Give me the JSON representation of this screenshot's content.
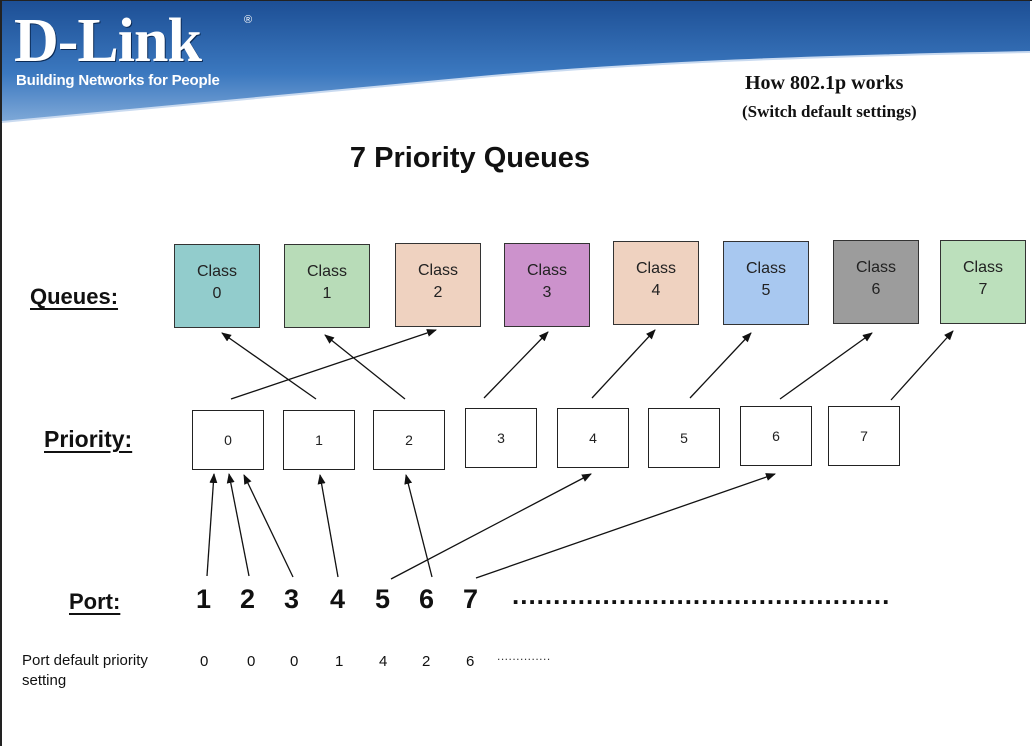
{
  "header": {
    "logo": "D-Link",
    "logo_mark": "®",
    "tagline": "Building Networks for People",
    "heading": "How 802.1p works",
    "subheading": "(Switch default settings)"
  },
  "title": "7 Priority Queues",
  "labels": {
    "queues": "Queues:",
    "priority": "Priority:",
    "port": "Port:",
    "port_default": "Port default priority setting"
  },
  "queues": [
    {
      "label": "Class",
      "num": "0",
      "color": "#92cccc"
    },
    {
      "label": "Class",
      "num": "1",
      "color": "#b8dcb8"
    },
    {
      "label": "Class",
      "num": "2",
      "color": "#efd2c0"
    },
    {
      "label": "Class",
      "num": "3",
      "color": "#cc92cc"
    },
    {
      "label": "Class",
      "num": "4",
      "color": "#efd2c0"
    },
    {
      "label": "Class",
      "num": "5",
      "color": "#a8c8f0"
    },
    {
      "label": "Class",
      "num": "6",
      "color": "#9c9c9c"
    },
    {
      "label": "Class",
      "num": "7",
      "color": "#bce0bc"
    }
  ],
  "priorities": [
    "0",
    "1",
    "2",
    "3",
    "4",
    "5",
    "6",
    "7"
  ],
  "priority_to_queue": [
    2,
    0,
    1,
    3,
    4,
    5,
    6,
    7
  ],
  "ports": [
    "1",
    "2",
    "3",
    "4",
    "5",
    "6",
    "7"
  ],
  "port_more": "..............................................",
  "port_defaults": [
    "0",
    "0",
    "0",
    "1",
    "4",
    "2",
    "6"
  ],
  "port_defaults_more": "..............",
  "brand_color": "#2a5ea8"
}
